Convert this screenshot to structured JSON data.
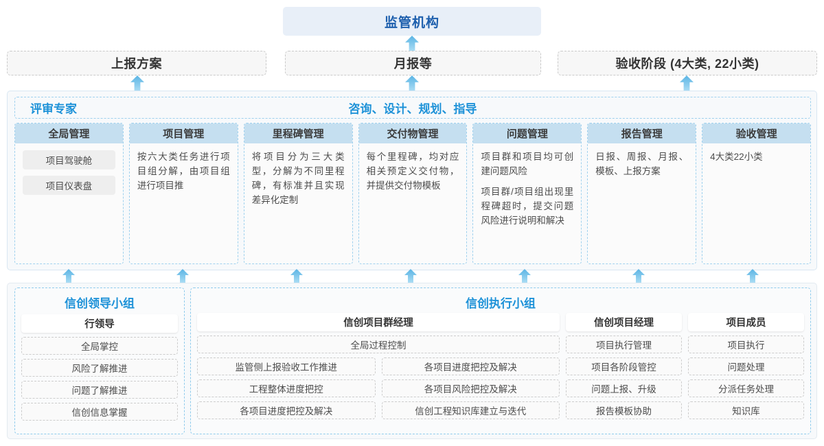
{
  "top": {
    "regulator": "监管机构",
    "reports": [
      "上报方案",
      "月报等",
      "验收阶段 (4大类, 22小类)"
    ]
  },
  "middle": {
    "header_left": "评审专家",
    "header_center": "咨询、设计、规划、指导",
    "columns": [
      {
        "title": "全局管理",
        "pills": [
          "项目驾驶舱",
          "项目仪表盘"
        ],
        "paragraphs": []
      },
      {
        "title": "项目管理",
        "pills": [],
        "paragraphs": [
          "按六大类任务进行项目组分解，由项目组进行项目推"
        ]
      },
      {
        "title": "里程碑管理",
        "pills": [],
        "paragraphs": [
          "将项目分为三大类型，分解为不同里程碑，有标准并且实现差异化定制"
        ]
      },
      {
        "title": "交付物管理",
        "pills": [],
        "paragraphs": [
          "每个里程碑，均对应相关预定义交付物，并提供交付物模板"
        ]
      },
      {
        "title": "问题管理",
        "pills": [],
        "paragraphs": [
          "项目群和项目均可创建问题风险",
          "项目群/项目组出现里程碑超时，提交问题风险进行说明和解决"
        ]
      },
      {
        "title": "报告管理",
        "pills": [],
        "paragraphs": [
          "日报、周报、月报、模板、上报方案"
        ]
      },
      {
        "title": "验收管理",
        "pills": [],
        "paragraphs": [
          "4大类22小类"
        ]
      }
    ]
  },
  "bottom": {
    "leader_group": {
      "title": "信创领导小组",
      "head": "行领导",
      "items": [
        "全局掌控",
        "风险了解推进",
        "问题了解推进",
        "信创信息掌握"
      ]
    },
    "exec_group": {
      "title": "信创执行小组",
      "program_manager": {
        "head": "信创项目群经理",
        "full_item": "全局过程控制",
        "left_items": [
          "监管侧上报验收工作推进",
          "工程整体进度把控",
          "各项目进度把控及解决"
        ],
        "right_items": [
          "各项目进度把控及解决",
          "各项目风险把控及解决",
          "信创工程知识库建立与迭代"
        ]
      },
      "project_manager": {
        "head": "信创项目经理",
        "items": [
          "项目执行管理",
          "项目各阶段管控",
          "问题上报、升级",
          "报告模板协助"
        ]
      },
      "project_member": {
        "head": "项目成员",
        "items": [
          "项目执行",
          "问题处理",
          "分派任务处理",
          "知识库"
        ]
      }
    }
  },
  "arrows": {
    "top_row_x": [
      88,
      262,
      434
    ],
    "mid_row_count": 7
  },
  "colors": {
    "accent_blue": "#1e92d8",
    "regulator_text": "#1d5fad",
    "regulator_bg": "#e8eff8",
    "col_title_bg": "#c5dff0",
    "arrow_top": "#5ab4e4",
    "arrow_bottom": "#a9dcf4"
  }
}
